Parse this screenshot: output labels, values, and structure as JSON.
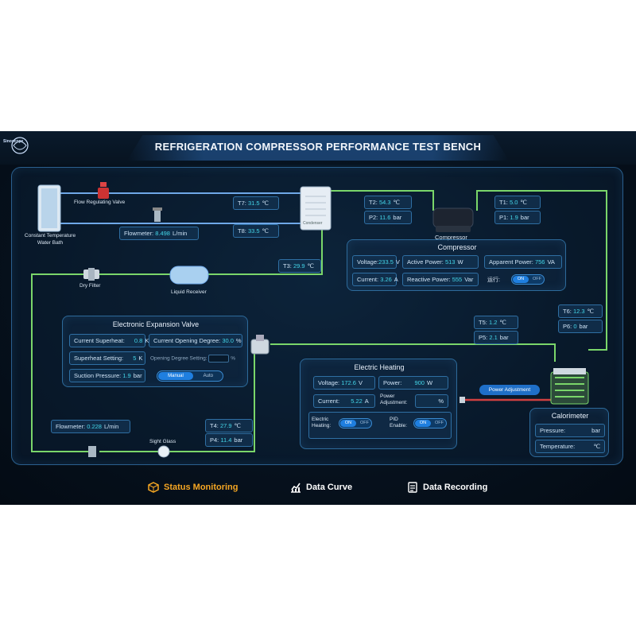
{
  "app": {
    "title": "REFRIGERATION COMPRESSOR PERFORMANCE TEST BENCH",
    "logo_text": "Sinoscope"
  },
  "components": {
    "water_bath": "Constant Temperature Water Bath",
    "flow_valve": "Flow Regulating Valve",
    "condenser": "Condenser",
    "compressor": "Compressor",
    "dry_filter": "Dry Filter",
    "liquid_receiver": "Liquid Receiver",
    "sight_glass": "Sight Glass"
  },
  "readouts": {
    "T7": {
      "label": "T7:",
      "value": "31.5",
      "unit": "℃"
    },
    "T8": {
      "label": "T8:",
      "value": "33.5",
      "unit": "℃"
    },
    "T2": {
      "label": "T2:",
      "value": "54.3",
      "unit": "℃"
    },
    "P2": {
      "label": "P2:",
      "value": "11.6",
      "unit": "bar"
    },
    "T1": {
      "label": "T1:",
      "value": "5.0",
      "unit": "℃"
    },
    "P1": {
      "label": "P1:",
      "value": "1.9",
      "unit": "bar"
    },
    "T3": {
      "label": "T3:",
      "value": "29.9",
      "unit": "℃"
    },
    "T6": {
      "label": "T6:",
      "value": "12.3",
      "unit": "℃"
    },
    "P6": {
      "label": "P6:",
      "value": "0",
      "unit": "bar"
    },
    "T5": {
      "label": "T5:",
      "value": "1.2",
      "unit": "℃"
    },
    "P5": {
      "label": "P5:",
      "value": "2.1",
      "unit": "bar"
    },
    "T4": {
      "label": "T4:",
      "value": "27.9",
      "unit": "℃"
    },
    "P4": {
      "label": "P4:",
      "value": "11.4",
      "unit": "bar"
    },
    "flowmeter_top": {
      "label": "Flowmeter:",
      "value": "8.498",
      "unit": "L/min"
    },
    "flowmeter_bottom": {
      "label": "Flowmeter:",
      "value": "0.228",
      "unit": "L/min"
    }
  },
  "compressor_panel": {
    "title": "Compressor",
    "voltage": {
      "label": "Voltage:",
      "value": "233.5",
      "unit": "V"
    },
    "active_power": {
      "label": "Active Power:",
      "value": "513",
      "unit": "W"
    },
    "apparent_power": {
      "label": "Apparent Power:",
      "value": "756",
      "unit": "VA"
    },
    "current": {
      "label": "Current:",
      "value": "3.26",
      "unit": "A"
    },
    "reactive_power": {
      "label": "Reactive Power:",
      "value": "555",
      "unit": "Var"
    },
    "run_label": "运行:",
    "toggle_on": "ON",
    "toggle_off": "OFF"
  },
  "eev_panel": {
    "title": "Electronic Expansion Valve",
    "current_superheat": {
      "label": "Current Superheat:",
      "value": "0.8",
      "unit": "K"
    },
    "current_opening": {
      "label": "Current Opening Degree:",
      "value": "30.0",
      "unit": "%"
    },
    "superheat_setting": {
      "label": "Superheat Setting:",
      "value": "5",
      "unit": "K"
    },
    "opening_setting": {
      "label": "Opening Degree Setting:",
      "value": "",
      "unit": "%"
    },
    "suction_pressure": {
      "label": "Suction Pressure:",
      "value": "1.9",
      "unit": "bar"
    },
    "mode_manual": "Manual",
    "mode_auto": "Auto"
  },
  "heating_panel": {
    "title": "Electric Heating",
    "voltage": {
      "label": "Voltage:",
      "value": "172.6",
      "unit": "V"
    },
    "power": {
      "label": "Power:",
      "value": "900",
      "unit": "W"
    },
    "current": {
      "label": "Current:",
      "value": "5.22",
      "unit": "A"
    },
    "power_adjustment": {
      "label": "Power Adjustment:",
      "value": "",
      "unit": "%"
    },
    "electric_heating_label": "Electric Heating:",
    "pid_label": "PID Enable:",
    "toggle_on": "ON",
    "toggle_off": "OFF"
  },
  "power_adjust_button": "Power Adjustment",
  "calorimeter": {
    "title": "Calorimeter",
    "pressure": {
      "label": "Pressure:",
      "value": "",
      "unit": "bar"
    },
    "temperature": {
      "label": "Temperature:",
      "value": "",
      "unit": "℃"
    }
  },
  "nav": {
    "status": "Status Monitoring",
    "curve": "Data Curve",
    "recording": "Data Recording",
    "active_color": "#f5a623"
  },
  "colors": {
    "pipe_green": "#7ad66a",
    "pipe_blue": "#6fa8e8",
    "pipe_red": "#d04040",
    "accent": "#44d6e8"
  }
}
